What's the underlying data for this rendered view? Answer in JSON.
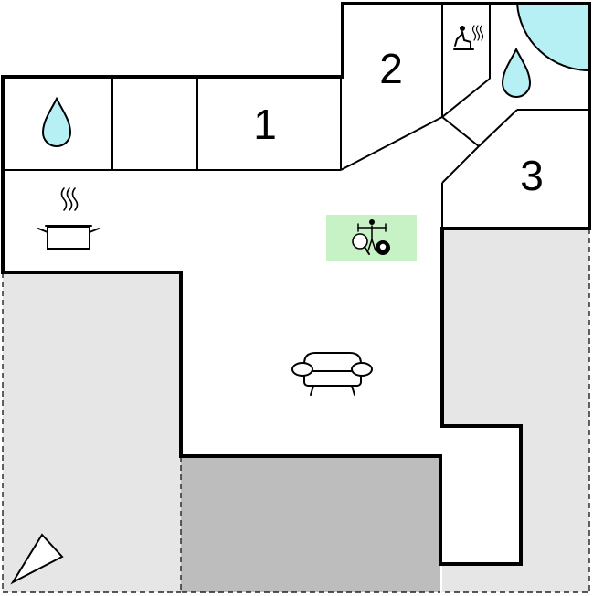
{
  "plan": {
    "rooms": [
      {
        "id": "bedroom-1",
        "label": "1"
      },
      {
        "id": "bedroom-2",
        "label": "2"
      },
      {
        "id": "bedroom-3",
        "label": "3"
      }
    ]
  },
  "colors": {
    "terrace": "#e6e6e6",
    "garage": "#bdbdbd",
    "pool": "#b6f0f4",
    "activity_highlight": "#c6f2c6",
    "water_drop": "#b6f0f4",
    "walls": "#000000"
  },
  "icons": [
    "water-drop-icon",
    "sauna-icon",
    "cooking-pot-icon",
    "ping-pong-icon",
    "billiard-ball-icon",
    "fitness-icon",
    "sofa-icon",
    "compass-north-icon"
  ]
}
